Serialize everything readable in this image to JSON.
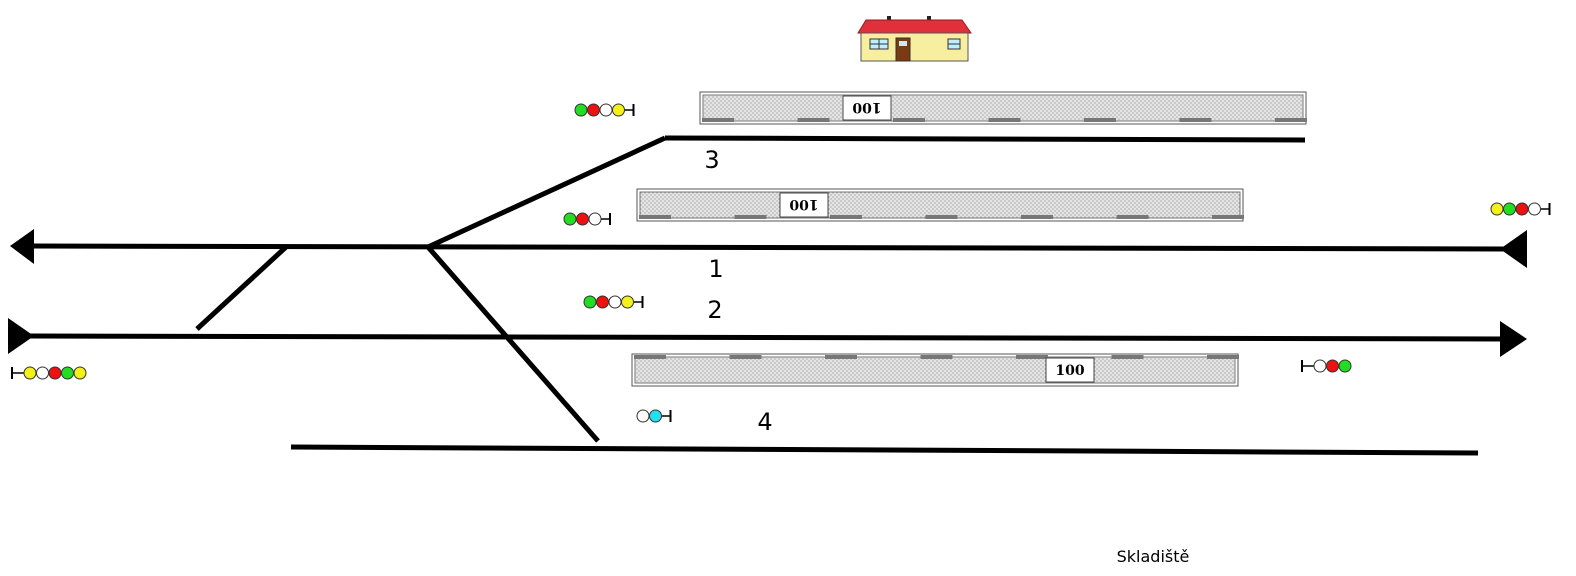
{
  "colors": {
    "track": "#000000",
    "platform_fill": "#e4e4e4",
    "platform_stripe": "#777777",
    "roof": "#e0303c",
    "wall": "#f8eea0",
    "door": "#7a3a12",
    "window": "#bfefff",
    "lamp_green": "#22dd22",
    "lamp_red": "#ee1111",
    "lamp_white": "#ffffff",
    "lamp_yellow": "#f4f01a",
    "lamp_cyan": "#22e0f0"
  },
  "icons": {
    "station": "station-building-icon",
    "signal": "signal-lamp-icon",
    "track_end": "track-end-arrow-icon"
  },
  "tracks": [
    {
      "id": "track-3",
      "label": "3"
    },
    {
      "id": "track-1",
      "label": "1"
    },
    {
      "id": "track-2",
      "label": "2"
    },
    {
      "id": "track-4",
      "label": "4"
    }
  ],
  "platforms": [
    {
      "id": "platform-top",
      "km": "100",
      "flipped": true
    },
    {
      "id": "platform-middle",
      "km": "100",
      "flipped": true
    },
    {
      "id": "platform-bottom",
      "km": "100",
      "flipped": false
    }
  ],
  "signals": [
    {
      "id": "signal-track3-west",
      "lamps": [
        "green",
        "red",
        "white",
        "yellow"
      ]
    },
    {
      "id": "signal-track1-west",
      "lamps": [
        "green",
        "red",
        "white"
      ]
    },
    {
      "id": "signal-track1-east",
      "lamps": [
        "yellow",
        "green",
        "red",
        "white"
      ]
    },
    {
      "id": "signal-track2-west",
      "lamps": [
        "green",
        "red",
        "white",
        "yellow"
      ]
    },
    {
      "id": "signal-main-entry",
      "lamps": [
        "yellow",
        "white",
        "red",
        "green",
        "yellow"
      ]
    },
    {
      "id": "signal-track2-east",
      "lamps": [
        "white",
        "red",
        "green"
      ]
    },
    {
      "id": "signal-track4-shunt",
      "lamps": [
        "white",
        "cyan"
      ]
    }
  ],
  "caption": "Skladiště"
}
